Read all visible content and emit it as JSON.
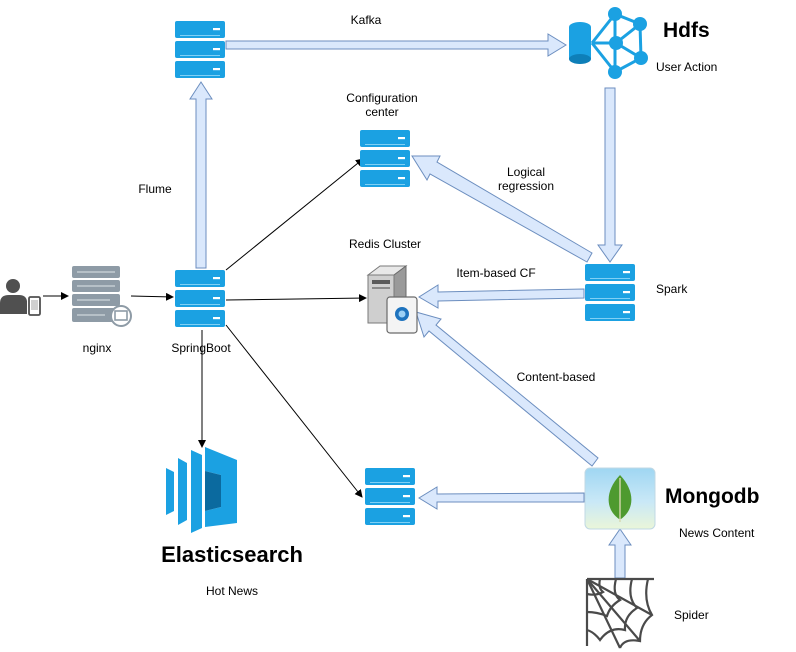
{
  "edges": {
    "kafka": "Kafka",
    "flume": "Flume",
    "logical_regression": [
      "Logical",
      "regression"
    ],
    "item_based_cf": "Item-based CF",
    "content_based": "Content-based"
  },
  "nodes": {
    "hdfs": {
      "title": "Hdfs",
      "subtitle": "User Action"
    },
    "config_center": [
      "Configuration",
      "center"
    ],
    "redis": "Redis Cluster",
    "spark": "Spark",
    "nginx": "nginx",
    "springboot": "SpringBoot",
    "elasticsearch": {
      "title": "Elasticsearch",
      "subtitle": "Hot News"
    },
    "mongodb": {
      "title": "Mongodb",
      "subtitle": "News Content"
    },
    "spider": "Spider"
  },
  "colors": {
    "server": "#1ba1e2",
    "server_dark": "#0e7fb8",
    "arrow_fill": "#dae8fc",
    "arrow_stroke": "#6c8ebf",
    "elastic": "#1ba1e2",
    "mongo_green": "#4e9a2f"
  }
}
